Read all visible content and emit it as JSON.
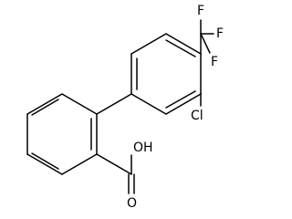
{
  "molecule": {
    "atoms": {
      "carboxyl_oh": "OH",
      "carbonyl_o": "O",
      "chlorine": "Cl",
      "fluorine_top": "F",
      "fluorine_right": "F",
      "fluorine_bottom": "F"
    },
    "bond_color": "#000000",
    "background_color": "#ffffff"
  }
}
